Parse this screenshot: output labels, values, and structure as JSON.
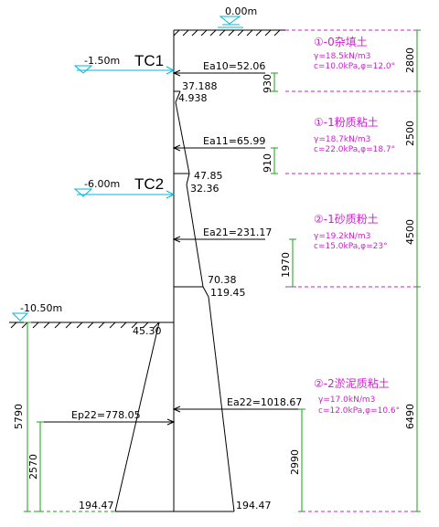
{
  "water_levels": {
    "ground": "0.00m",
    "tc1_level": "-1.50m",
    "tc2_level": "-6.00m",
    "excavation_bottom": "-10.50m"
  },
  "struts": {
    "tc1": "TC1",
    "tc2": "TC2"
  },
  "active_pressure": {
    "ea10": "Ea10=52.06",
    "ea11": "Ea11=65.99",
    "ea21": "Ea21=231.17",
    "ea22": "Ea22=1018.67"
  },
  "passive_pressure": {
    "ep22": "Ep22=778.05"
  },
  "pressure_values": {
    "v1a": "37.188",
    "v1b": "4.938",
    "v2a": "47.85",
    "v2b": "32.36",
    "v3a": "70.38",
    "v3b": "119.45",
    "v4": "45.30",
    "bottom_left": "194.47",
    "bottom_right": "194.47"
  },
  "dimensions_left": {
    "d5790": "5790",
    "d2570": "2570"
  },
  "dimensions_resultant": {
    "d930": "930",
    "d910": "910",
    "d1970": "1970",
    "d2990": "2990"
  },
  "dimensions_layers": {
    "d2800": "2800",
    "d2500": "2500",
    "d4500": "4500",
    "d6490": "6490"
  },
  "soil_layers": [
    {
      "name": "①-0杂填土",
      "gamma": "γ=18.5kN/m3",
      "params": "c=10.0kPa,φ=12.0°"
    },
    {
      "name": "①-1粉质粘土",
      "gamma": "γ=18.7kN/m3",
      "params": "c=22.0kPa,φ=18.7°"
    },
    {
      "name": "②-1砂质粉土",
      "gamma": "γ=19.2kN/m3",
      "params": "c=15.0kPa,φ=23°"
    },
    {
      "name": "②-2淤泥质粘土",
      "gamma": "γ=17.0kN/m3",
      "params": "c=12.0kPa,φ=10.6°"
    }
  ],
  "colors": {
    "line": "#000000",
    "dimension": "#19a019",
    "water": "#00b7d8",
    "soil_text": "#cc22cc"
  }
}
